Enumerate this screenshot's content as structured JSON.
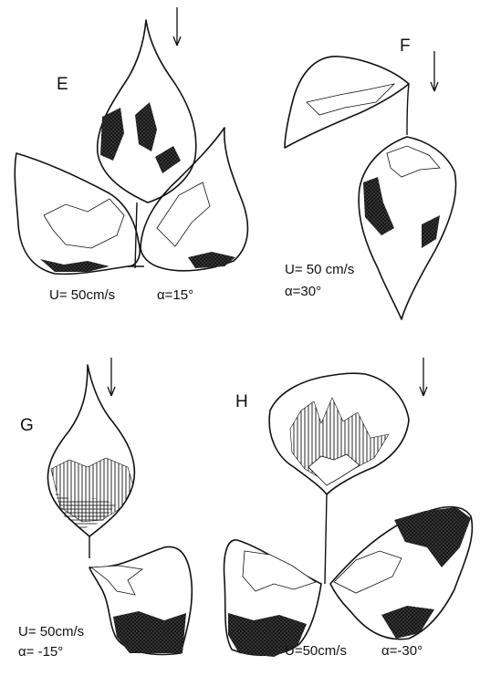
{
  "panels": [
    {
      "id": "E",
      "label": "E",
      "caption_velocity": "U= 50cm/s",
      "caption_angle": "α=15°"
    },
    {
      "id": "F",
      "label": "F",
      "caption_velocity": "U= 50 cm/s",
      "caption_angle": "α=30°"
    },
    {
      "id": "G",
      "label": "G",
      "caption_velocity": "U= 50cm/s",
      "caption_angle": "α= -15°"
    },
    {
      "id": "H",
      "label": "H",
      "caption_velocity": "U=50cm/s",
      "caption_angle": "α=-30°"
    }
  ],
  "colors": {
    "ink": "#111111",
    "dark_fill": "#2a2a2a",
    "paper": "#ffffff"
  }
}
